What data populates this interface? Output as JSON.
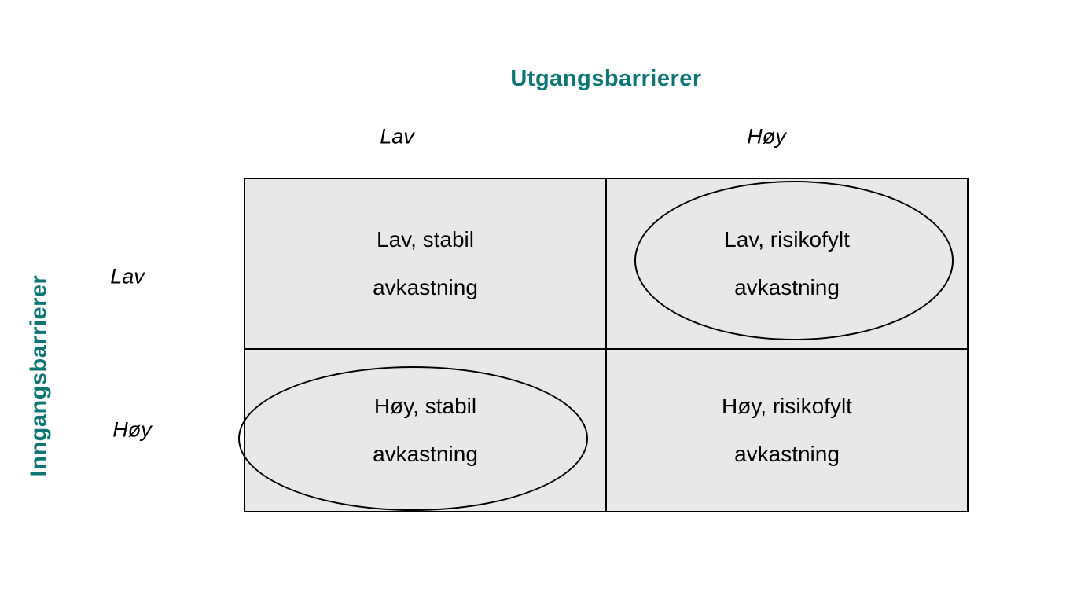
{
  "matrix": {
    "axis_top_title": "Utgangsbarrierer",
    "axis_left_title": "Inngangsbarrierer",
    "col_labels": {
      "left": "Lav",
      "right": "Høy"
    },
    "row_labels": {
      "top": "Lav",
      "bottom": "Høy"
    },
    "cells": {
      "top_left": {
        "line1": "Lav, stabil",
        "line2": "avkastning",
        "circled": false
      },
      "top_right": {
        "line1": "Lav, risikofylt",
        "line2": "avkastning",
        "circled": true
      },
      "bottom_left": {
        "line1": "Høy, stabil",
        "line2": "avkastning",
        "circled": true
      },
      "bottom_right": {
        "line1": "Høy, risikofylt",
        "line2": "avkastning",
        "circled": false
      }
    },
    "colors": {
      "accent_teal": "#0e7575",
      "cell_fill": "#e8e8e8",
      "line_color": "#000000",
      "background": "#ffffff"
    }
  }
}
